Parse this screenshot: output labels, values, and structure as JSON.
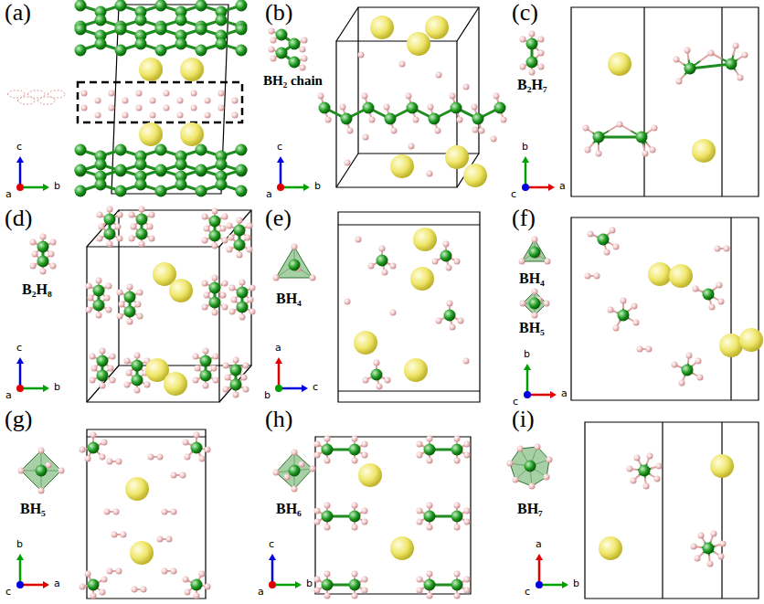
{
  "diagram": {
    "labels": [
      "(a)",
      "c",
      "b",
      "a",
      "(b)",
      "BH₂ chain",
      "c",
      "b",
      "a",
      "(c)",
      "B₂H₇",
      "b",
      "a",
      "c",
      "(d)",
      "B₂H₈",
      "c",
      "b",
      "a",
      "(e)",
      "BH₄",
      "a",
      "c",
      "b",
      "(f)",
      "BH₄",
      "BH₅",
      "b",
      "a",
      "c",
      "(g)",
      "BH₅",
      "b",
      "a",
      "c",
      "(h)",
      "BH₆",
      "c",
      "b",
      "a",
      "(i)",
      "BH₇",
      "a",
      "b",
      "c"
    ]
  }
}
